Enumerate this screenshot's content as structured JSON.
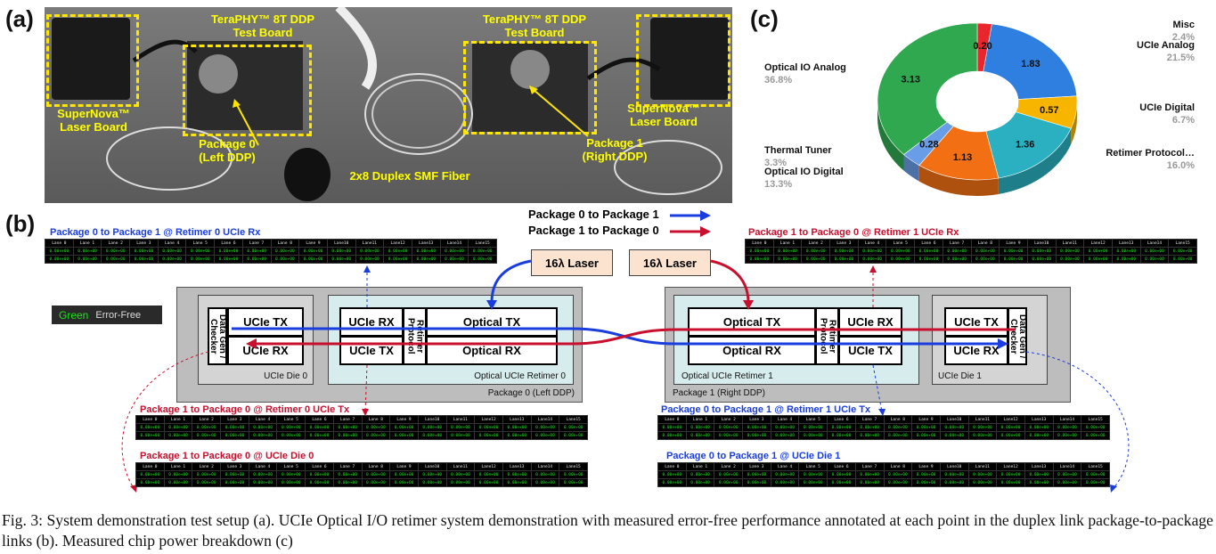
{
  "panels": {
    "a": "(a)",
    "b": "(b)",
    "c": "(c)"
  },
  "photo": {
    "board_left": "TeraPHY™ 8T DDP\nTest Board",
    "board_right": "TeraPHY™ 8T DDP\nTest Board",
    "laser_left": "SuperNova™\nLaser Board",
    "laser_right": "SuperNova™\nLaser Board",
    "pkg0": "Package 0\n(Left DDP)",
    "pkg1": "Package 1\n(Right DDP)",
    "fiber": "2x8 Duplex SMF Fiber"
  },
  "legend": {
    "p0_to_p1": "Package 0 to Package 1",
    "p1_to_p0": "Package 1 to Package 0",
    "green_word": "Green",
    "green_desc": "Error-Free"
  },
  "lasers": {
    "left": "16λ Laser",
    "right": "16λ Laser"
  },
  "diagram": {
    "pkg0_label": "Package 0 (Left DDP)",
    "pkg1_label": "Package 1 (Right DDP)",
    "die0_label": "UCIe Die 0",
    "die1_label": "UCIe Die 1",
    "ret0_label": "Optical UCIe Retimer 0",
    "ret1_label": "Optical UCIe Retimer 1",
    "ucie_tx": "UCIe TX",
    "ucie_rx": "UCIe RX",
    "optical_tx": "Optical TX",
    "optical_rx": "Optical RX",
    "datagen": "Data Gen / Checker",
    "retimer_protocol": "Retimer Protocol"
  },
  "tables": {
    "headers": [
      "Lane 0",
      "Lane 1",
      "Lane 2",
      "Lane 3",
      "Lane 4",
      "Lane 5",
      "Lane 6",
      "Lane 7",
      "Lane 8",
      "Lane 9",
      "Lane10",
      "Lane11",
      "Lane12",
      "Lane13",
      "Lane14",
      "Lane15"
    ],
    "value": "0.00e+00",
    "t1": "Package 0 to Package 1 @ Retimer 0 UCIe Rx",
    "t2": "Package 1 to Package 0 @ Retimer 1 UCIe Rx",
    "t3": "Package 1 to Package 0 @ Retimer 0 UCIe Tx",
    "t4": "Package 1 to Package 0 @ UCIe Die 0",
    "t5": "Package 0 to Package 1 @ Retimer 1 UCIe Tx",
    "t6": "Package 0 to Package 1 @ UCIe Die 1"
  },
  "colors": {
    "blue": "#1a3de0",
    "red": "#c8102e",
    "green_text": "#19e619"
  },
  "chart_data": {
    "type": "pie",
    "style": "donut-3d",
    "slices": [
      {
        "label": "Misc",
        "value": 0.2,
        "percent": "2.4%",
        "color": "#e8262b"
      },
      {
        "label": "UCIe Analog",
        "value": 1.83,
        "percent": "21.5%",
        "color": "#2f7fe0"
      },
      {
        "label": "UCIe Digital",
        "value": 0.57,
        "percent": "6.7%",
        "color": "#f7b500"
      },
      {
        "label": "Retimer Protocol…",
        "value": 1.36,
        "percent": "16.0%",
        "color": "#2ab0c0"
      },
      {
        "label": "Optical IO Digital",
        "value": 1.13,
        "percent": "13.3%",
        "color": "#f27013"
      },
      {
        "label": "Thermal Tuner",
        "value": 0.28,
        "percent": "3.3%",
        "color": "#6a9de8"
      },
      {
        "label": "Optical IO Analog",
        "value": 3.13,
        "percent": "36.8%",
        "color": "#2fa84f"
      }
    ]
  },
  "caption": "Fig. 3: System demonstration test setup (a). UCIe Optical I/O retimer system demonstration with measured error-free performance annotated at each point in the duplex link package-to-package links (b). Measured chip power breakdown (c)"
}
